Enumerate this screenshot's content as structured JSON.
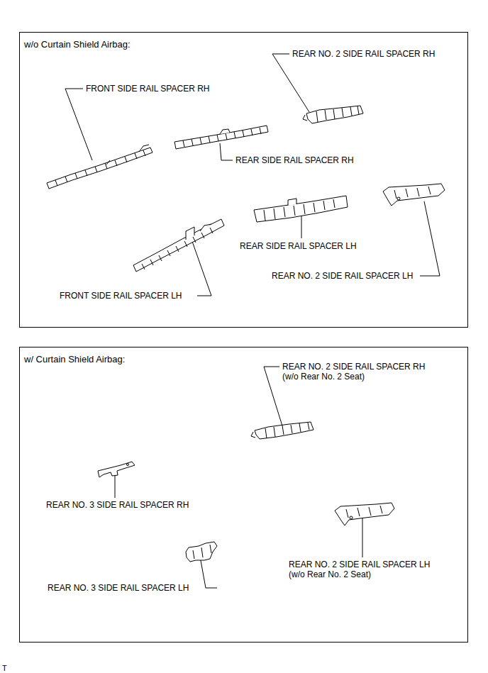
{
  "diagram": {
    "nodes": [
      {
        "text": [
          "w/o Curtain Shield Airbag:"
        ]
      },
      {
        "text": [
          "w/ Curtain Shield Airbag:"
        ]
      }
    ],
    "labels": [
      "REAR NO. 2 SIDE RAIL SPACER RH",
      "FRONT SIDE RAIL SPACER RH",
      "REAR SIDE RAIL SPACER RH",
      "REAR SIDE RAIL SPACER LH",
      "REAR NO. 2 SIDE RAIL SPACER LH",
      "FRONT SIDE RAIL SPACER LH",
      "REAR NO. 2 SIDE RAIL SPACER RH (w/o Rear No. 2 Seat)",
      "REAR NO. 3 SIDE RAIL SPACER RH",
      "REAR NO. 2 SIDE RAIL SPACER LH (w/o Rear No. 2 Seat)",
      "REAR NO. 3 SIDE RAIL SPACER LH",
      "T"
    ]
  }
}
